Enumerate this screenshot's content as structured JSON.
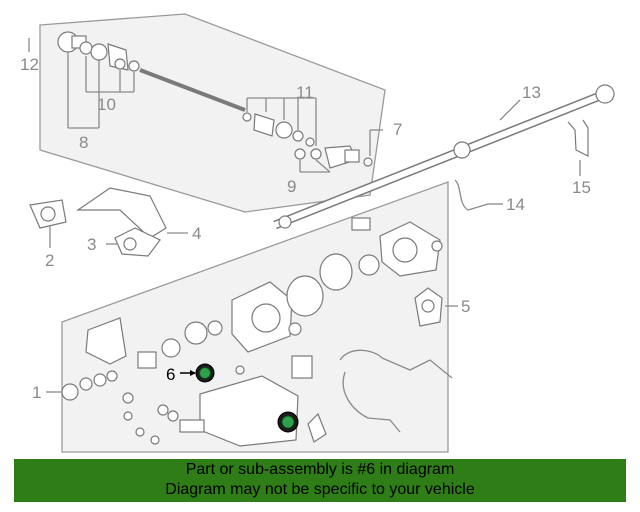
{
  "diagram": {
    "callouts": {
      "c1": "1",
      "c2": "2",
      "c3": "3",
      "c4": "4",
      "c5": "5",
      "c6": "6",
      "c7": "7",
      "c8": "8",
      "c9": "9",
      "c10": "10",
      "c11": "11",
      "c12": "12",
      "c13": "13",
      "c14": "14",
      "c15": "15"
    },
    "highlighted_part": "6",
    "highlight_color": "#2fa14a"
  },
  "banner": {
    "line1": "Part or sub-assembly is #6 in diagram",
    "line2": "Diagram may not be specific to your vehicle",
    "background": "#2f7d17"
  }
}
